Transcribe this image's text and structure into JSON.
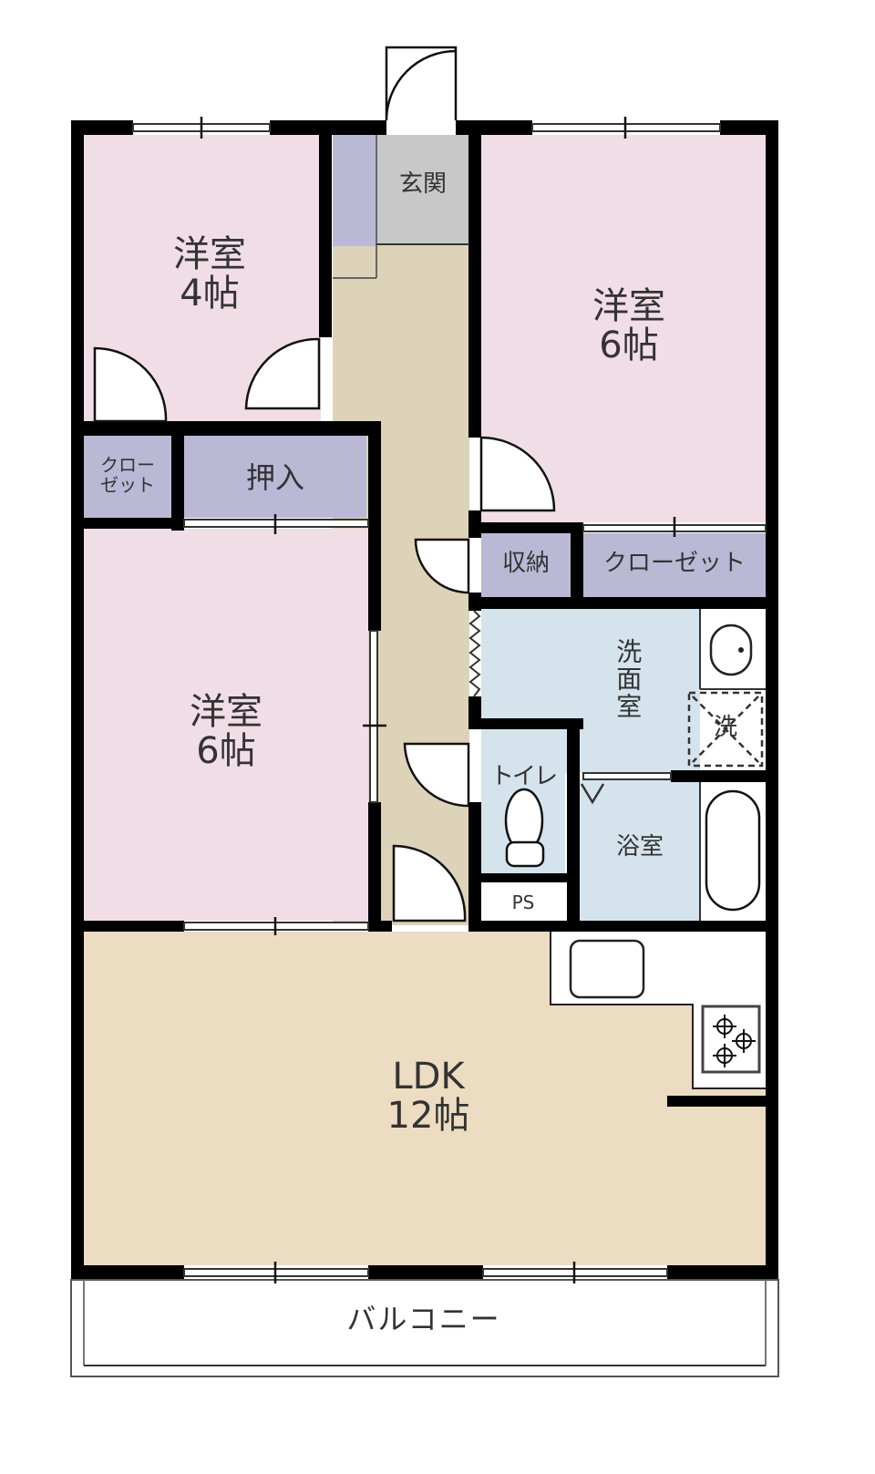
{
  "floorplan": {
    "layout": "3LDK",
    "rooms": {
      "western_4": {
        "name": "洋室",
        "size": "4帖",
        "label": "洋室\n4帖"
      },
      "western_6_ne": {
        "name": "洋室",
        "size": "6帖",
        "label": "洋室\n6帖"
      },
      "western_6_w": {
        "name": "洋室",
        "size": "6帖",
        "label": "洋室\n6帖"
      },
      "entrance": {
        "label": "玄関"
      },
      "closet_small": {
        "label": "クロー\nゼット"
      },
      "oshiire": {
        "label": "押入"
      },
      "storage": {
        "label": "収納"
      },
      "closet_ne": {
        "label": "クローゼット"
      },
      "washroom": {
        "label": "洗面室"
      },
      "washer": {
        "label": "洗"
      },
      "toilet": {
        "label": "トイレ"
      },
      "bathroom": {
        "label": "浴室"
      },
      "ps": {
        "label": "PS"
      },
      "ldk": {
        "name": "LDK",
        "size": "12帖",
        "label": "LDK\n12帖"
      },
      "balcony": {
        "label": "バルコニー"
      }
    },
    "fixtures": [
      "sink-icon",
      "washing-machine-icon",
      "toilet-icon",
      "bathtub-icon",
      "kitchen-sink-icon",
      "stove-icon"
    ],
    "colors": {
      "bedroom": "#f0dde6",
      "storage": "#b9b9d6",
      "entrance": "#c8c8c8",
      "hallway": "#ddd3b9",
      "ldk": "#ecdcc1",
      "wet_area": "#d5e3ec",
      "wall": "#000000"
    }
  }
}
